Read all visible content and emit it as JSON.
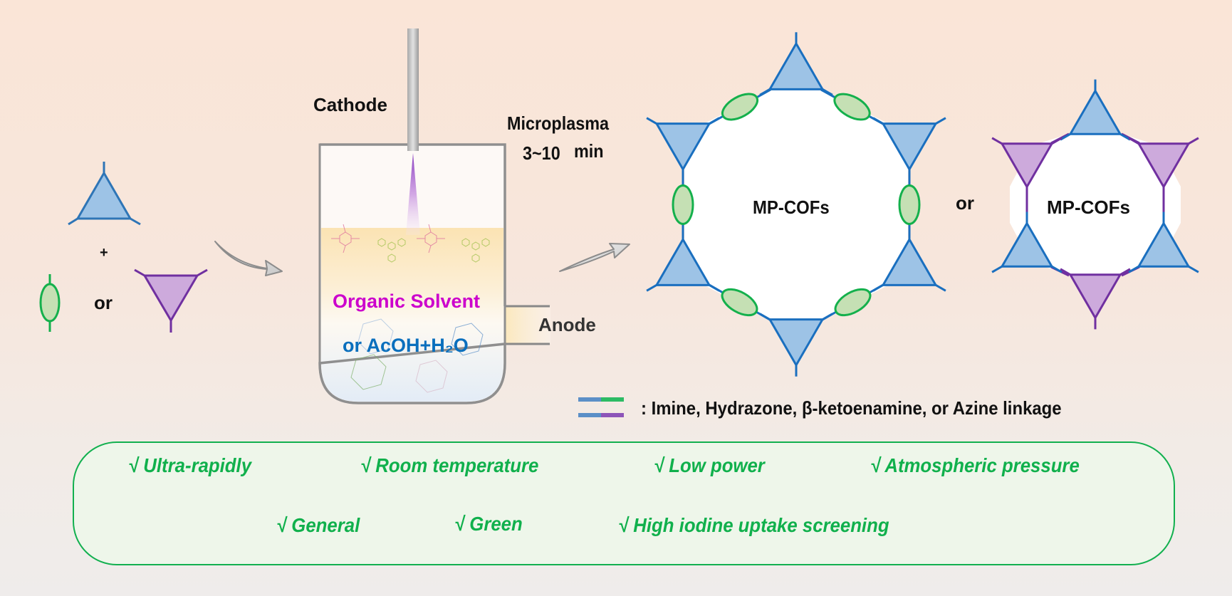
{
  "reactants": {
    "plus": "+",
    "or": "or"
  },
  "reactor": {
    "cathode_label": "Cathode",
    "anode_label": "Anode",
    "solvent_line1": "Organic Solvent",
    "solvent_line2": "or AcOH+H₂O",
    "condition_line1": "Microplasma",
    "condition_value": "3~10",
    "condition_unit": "min"
  },
  "products": {
    "cof_label_1": "MP-COFs",
    "or": "or",
    "cof_label_2": "MP-COFs"
  },
  "legend": {
    "text": ": Imine, Hydrazone, β-ketoenamine, or Azine linkage"
  },
  "features": {
    "row1": [
      "√ Ultra-rapidly",
      "√ Room temperature",
      "√ Low power",
      "√ Atmospheric pressure"
    ],
    "row2": [
      "√ General",
      "√ Green",
      "√ High iodine uptake screening"
    ]
  },
  "colors": {
    "blue_stroke": "#1a6fbf",
    "blue_fill": "#9dc3e6",
    "green_stroke": "#14b04c",
    "green_fill": "#c5e0b4",
    "purple_stroke": "#7030a0",
    "purple_fill": "#cdaadc",
    "magenta_text": "#cc00cc",
    "blue_text": "#0a6fbd",
    "feature_green": "#10b04c"
  }
}
